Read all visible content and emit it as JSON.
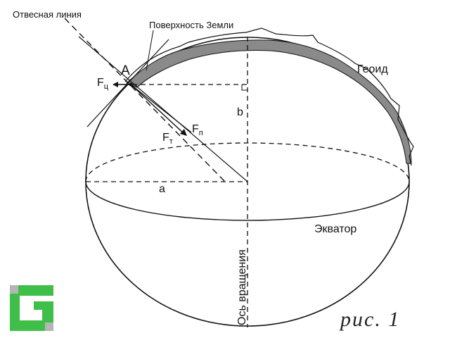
{
  "labels": {
    "plumb_line": "Отвесная линия",
    "earth_surface": "Поверхность Земли",
    "geoid": "Геоид",
    "point_a": "A",
    "f_c_main": "F",
    "f_c_sub": "ц",
    "f_t_main": "F",
    "f_t_sub": "т",
    "f_p_main": "F",
    "f_p_sub": "п",
    "semi_minor": "b",
    "semi_major": "a",
    "equator": "Экватор",
    "rotation_axis": "Ось вращения",
    "figure_caption": "рис. 1"
  },
  "colors": {
    "line": "#111111",
    "geoid_fill": "#8a8a8a",
    "logo_green": "#3fbf4a",
    "logo_gray": "#b5b5b5"
  },
  "icons": {
    "logo": "site-logo-icon"
  }
}
